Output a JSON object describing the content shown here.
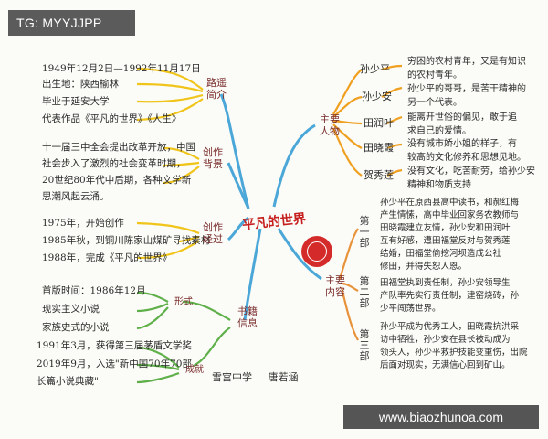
{
  "badge": "TG: MYYJJPP",
  "watermark": "www.biaozhunoa.com",
  "title": "平凡的世界",
  "credit_school": "雪宫中学",
  "credit_author": "唐若涵",
  "left": {
    "author": {
      "label": "路遥简介",
      "lines": [
        "1949年12月2日—1992年11月17日",
        "出生地：陕西榆林",
        "毕业于延安大学",
        "代表作品《平凡的世界》《人生》"
      ]
    },
    "background": {
      "label": "创作背景",
      "lines": [
        "十一届三中全会提出改革开放，中国",
        "社会步入了激烈的社会变革时期，",
        "20世纪80年代中后期，各种文学新",
        "思潮风起云涌。"
      ]
    },
    "process": {
      "label": "创作经过",
      "lines": [
        "1975年，开始创作",
        "1985年秋，到铜川陈家山煤矿寻找素材",
        "1988年，完成《平凡的世界》"
      ]
    },
    "book": {
      "label": "书籍信息",
      "form_label": "形式",
      "honor_label": "成就",
      "form_lines": [
        "首版时间：1986年12月",
        "现实主义小说",
        "家族史式的小说"
      ],
      "honor_lines": [
        "1991年3月，获得第三届茅盾文学奖",
        "2019年9月，入选\"新中国70年70部",
        "长篇小说典藏\""
      ]
    }
  },
  "right": {
    "people": {
      "label": "主要人物",
      "items": [
        {
          "name": "孙少平",
          "desc": [
            "穷困的农村青年，又是有知识",
            "的农村青年。"
          ]
        },
        {
          "name": "孙少安",
          "desc": [
            "孙少平的哥哥，是苦干精神的",
            "另一个代表。"
          ]
        },
        {
          "name": "田润叶",
          "desc": [
            "能离开世俗的偏见，敢于追",
            "求自己的爱情。"
          ]
        },
        {
          "name": "田晓霞",
          "desc": [
            "没有城市娇小姐的样子，有",
            "较高的文化修养和思想见地。"
          ]
        },
        {
          "name": "贺秀莲",
          "desc": [
            "没有文化，吃苦耐劳，给孙少安",
            "精神和物质支持"
          ]
        }
      ]
    },
    "content": {
      "label": "主要内容",
      "parts": [
        {
          "name": "第一部",
          "desc": [
            "孙少平在原西县高中读书，和郝红梅",
            "产生情愫，高中毕业回家务农教师与",
            "田晓霞建立友情，孙少安和田润叶",
            "互有好感，遭田福堂反对与贺秀莲",
            "结婚，田福堂偷挖河坝造成公社",
            "修田，并得失恕人恩。"
          ]
        },
        {
          "name": "第二部",
          "desc": [
            "田福堂执到责任制，孙少安领导生",
            "产队率先实行责任制，建窑烧砖，孙",
            "少平闯荡世界。"
          ]
        },
        {
          "name": "第三部",
          "desc": [
            "孙少平成为优秀工人，田晓霞抗洪采",
            "访中牺牲，孙少安在县长被动成为",
            "领头人，孙少平救护技能变重伤，出院",
            "后面对现实，无满信心回到矿山。"
          ]
        }
      ]
    }
  }
}
